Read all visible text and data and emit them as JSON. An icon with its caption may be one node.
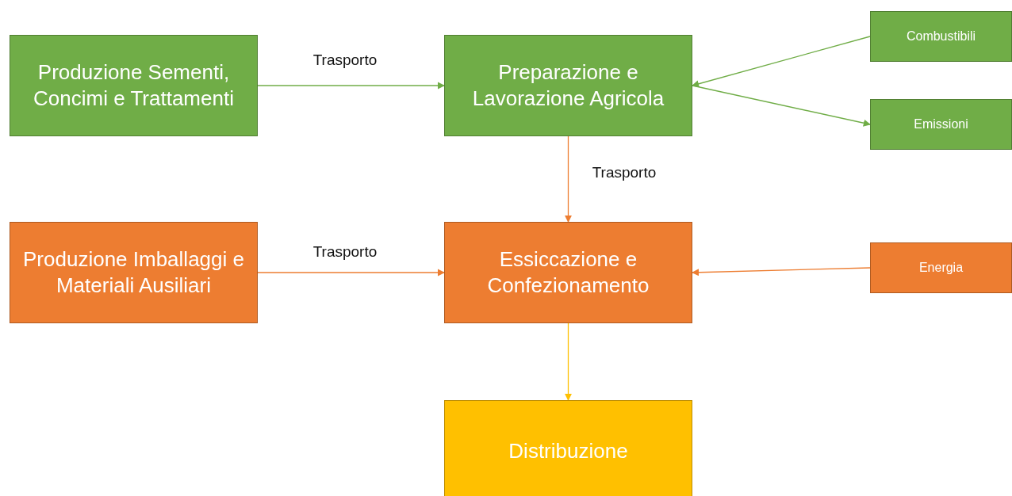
{
  "diagram": {
    "nodes": [
      {
        "text": [
          "Produzione Sementi, Concimi e Trattamenti"
        ]
      },
      {
        "text": [
          "Preparazione e Lavorazione Agricola"
        ]
      },
      {
        "text": [
          "Combustibili"
        ]
      },
      {
        "text": [
          "Emissioni"
        ]
      },
      {
        "text": [
          "Produzione Imballaggi e Materiali Ausiliari"
        ]
      },
      {
        "text": [
          "Essiccazione e Confezionamento"
        ]
      },
      {
        "text": [
          "Energia"
        ]
      },
      {
        "text": [
          "Distribuzione"
        ]
      }
    ],
    "edges": [
      {
        "from": 0,
        "to": 1,
        "arrow": "to",
        "label": "Trasporto",
        "color": "#70ad47"
      },
      {
        "from": 2,
        "to": 1,
        "arrow": "to",
        "color": "#70ad47"
      },
      {
        "from": 1,
        "to": 3,
        "arrow": "to",
        "color": "#70ad47"
      },
      {
        "from": 1,
        "to": 5,
        "arrow": "to",
        "label": "Trasporto",
        "color": "#ed7d31"
      },
      {
        "from": 4,
        "to": 5,
        "arrow": "to",
        "label": "Trasporto",
        "color": "#ed7d31"
      },
      {
        "from": 6,
        "to": 5,
        "arrow": "to",
        "color": "#ed7d31"
      },
      {
        "from": 5,
        "to": 7,
        "arrow": "to",
        "color": "#ffc000"
      }
    ]
  }
}
